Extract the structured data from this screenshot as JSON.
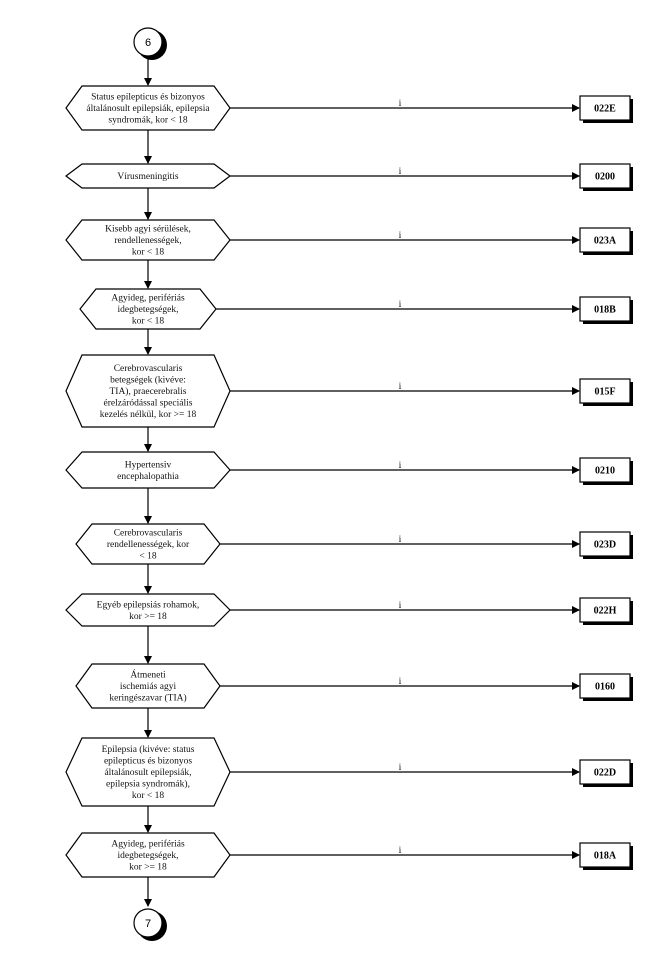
{
  "start_connector": "6",
  "end_connector": "7",
  "branch_label": "i",
  "steps": [
    {
      "lines": [
        "Status epilepticus és bizonyos",
        "általánosult epilepsiák, epilepsia",
        "syndromák, kor < 18"
      ],
      "code": "022E"
    },
    {
      "lines": [
        "Vírusmeningitis"
      ],
      "code": "0200"
    },
    {
      "lines": [
        "Kisebb agyi sérülések,",
        "rendellenességek,",
        "kor < 18"
      ],
      "code": "023A"
    },
    {
      "lines": [
        "Agyideg, perifériás",
        "idegbetegségek,",
        "kor < 18"
      ],
      "code": "018B"
    },
    {
      "lines": [
        "Cerebrovascularis",
        "betegségek (kivéve:",
        "TIA), praecerebralis",
        "érelzáródással speciális",
        "kezelés nélkül, kor >= 18"
      ],
      "code": "015F"
    },
    {
      "lines": [
        "Hypertensiv",
        "encephalopathia"
      ],
      "code": "0210"
    },
    {
      "lines": [
        "Cerebrovascularis",
        "rendellenességek, kor",
        "< 18"
      ],
      "code": "023D"
    },
    {
      "lines": [
        "Egyéb epilepsiás rohamok,",
        "kor >= 18"
      ],
      "code": "022H"
    },
    {
      "lines": [
        "Átmeneti",
        "ischemiás agyi",
        "keringészavar (TIA)"
      ],
      "code": "0160"
    },
    {
      "lines": [
        "Epilepsia (kivéve: status",
        "epilepticus és bizonyos",
        "általánosult epilepsiák,",
        "epilepsia syndromák),",
        "kor < 18"
      ],
      "code": "022D"
    },
    {
      "lines": [
        "Agyideg, perifériás",
        "idegbetegségek,",
        "kor >= 18"
      ],
      "code": "018A"
    }
  ]
}
